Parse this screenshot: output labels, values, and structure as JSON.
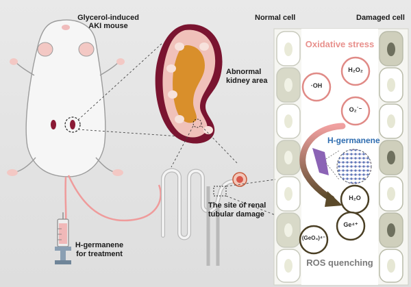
{
  "mouse": {
    "title_line1": "Glycerol-induced",
    "title_line2": "AKI mouse"
  },
  "kidney": {
    "label_line1": "Abnormal",
    "label_line2": "kidney area"
  },
  "tubule": {
    "label_line1": "The site of renal",
    "label_line2": "tubular damage"
  },
  "treatment": {
    "label_line1": "H-germanene",
    "label_line2": "for treatment"
  },
  "cells": {
    "normal_label": "Normal cell",
    "damaged_label": "Damaged cell"
  },
  "panel": {
    "top_title": "Oxidative stress",
    "material_label": "H-germanene",
    "bottom_title": "ROS quenching"
  },
  "species": {
    "h2o2": "H₂O₂",
    "oh": "·OH",
    "o2": "O₂˙⁻",
    "h2o": "H₂O",
    "ge4": "Ge⁴⁺",
    "geo4": "(GeO₄)⁴⁻"
  },
  "colors": {
    "oxidative": "#e8908c",
    "material": "#2f6db0",
    "kidney_dark": "#7a1430",
    "kidney_inner": "#d98f2b",
    "cell_border": "#c7c9bd",
    "quench_text": "#7a7a7a"
  }
}
